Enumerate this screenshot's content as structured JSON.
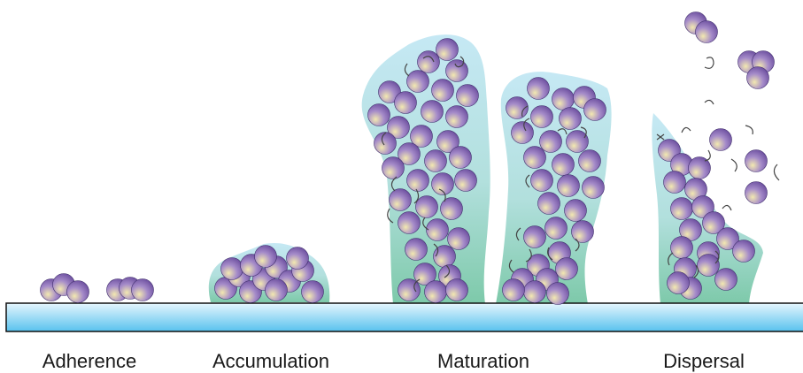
{
  "stages": [
    {
      "id": "adherence",
      "label": "Adherence"
    },
    {
      "id": "accumulation",
      "label": "Accumulation"
    },
    {
      "id": "maturation",
      "label": "Maturation"
    },
    {
      "id": "dispersal",
      "label": "Dispersal"
    }
  ],
  "colors": {
    "cell_light": "#f3e9b0",
    "cell_mid": "#a58bc9",
    "cell_dark": "#5d3f94",
    "matrix_top": "#bfe6f3",
    "matrix_bottom": "#6fc3a0",
    "substrate_top": "#e6f6fd",
    "substrate_bottom": "#58c2ee",
    "filament": "#444444"
  },
  "icons": {
    "cell": "bacterial-cell-icon",
    "filament": "matrix-filament-icon",
    "substrate": "surface-substrate"
  }
}
